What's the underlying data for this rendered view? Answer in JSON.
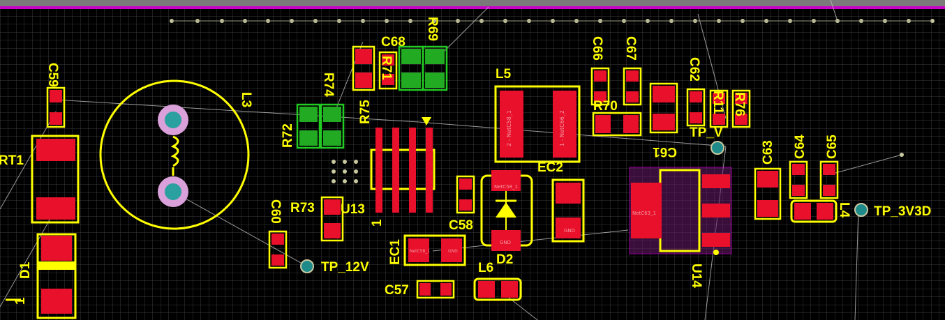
{
  "colors": {
    "background": "#000000",
    "grid": "#3a3a3a",
    "silkscreen": "#ffff00",
    "pad": "#e8102a",
    "keepout": "#c800c8",
    "via": "#1f8a8a",
    "selected_footprint": "#22cc22",
    "ratsnest": "#c0c0c0"
  },
  "labels": {
    "rt1": "RT1",
    "d1": "D1",
    "d1_pin": "1",
    "c59": "C59",
    "l3": "L3",
    "r72": "R72",
    "r74": "R74",
    "r75": "R75",
    "r71": "R71",
    "c68": "C68",
    "r69": "R69",
    "r73": "R73",
    "u13": "U13",
    "u13_pin": "1",
    "c60": "C60",
    "tp_12v": "TP_12V",
    "ec1": "EC1",
    "c58": "C58",
    "c57": "C57",
    "l5": "L5",
    "ec2": "EC2",
    "d2": "D2",
    "l6": "L6",
    "c66": "C66",
    "c67": "C67",
    "r70": "R70",
    "c61": "C61",
    "c62": "C62",
    "r11": "R11",
    "r76": "R76",
    "tp_v": "TP_V",
    "c63": "C63",
    "c64": "C64",
    "c65": "C65",
    "u14": "U14",
    "l4": "L4",
    "tp_3v3d": "TP_3V3D"
  },
  "nets": {
    "l5_pin2": "2 - NetC58_1",
    "l5_pin1": "1 - NetC66_2",
    "d2_top": "NetC58_1",
    "d2_bot": "GND",
    "ec2_top": "",
    "ec2_bot": "GND",
    "u14_tab": "NetC63_1",
    "ec1_left": "NetC58_1",
    "ec1_right": "GND"
  }
}
